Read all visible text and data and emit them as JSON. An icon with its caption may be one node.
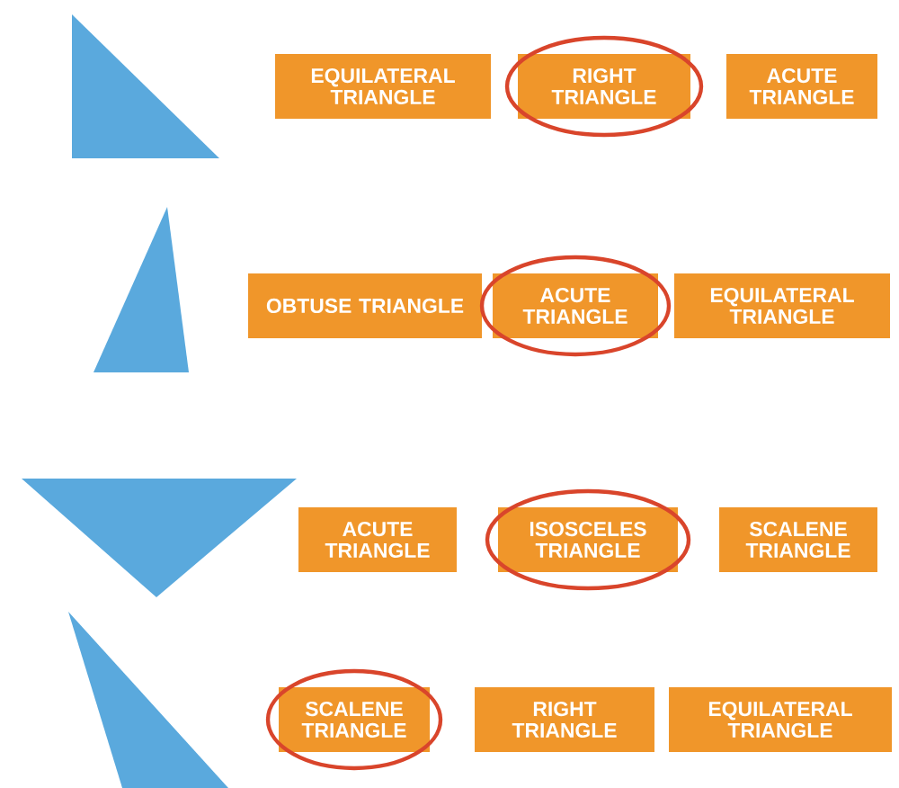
{
  "diagram": {
    "nodes": [
      {
        "text": [
          "EQUILATERAL TRIANGLE"
        ]
      },
      {
        "text": [
          "RIGHT TRIANGLE"
        ]
      },
      {
        "text": [
          "ACUTE TRIANGLE"
        ]
      },
      {
        "text": [
          "OBTUSE TRIANGLE"
        ]
      },
      {
        "text": [
          "ACUTE TRIANGLE"
        ]
      },
      {
        "text": [
          "EQUILATERAL TRIANGLE"
        ]
      },
      {
        "text": [
          "ACUTE TRIANGLE"
        ]
      },
      {
        "text": [
          "ISOSCELES TRIANGLE"
        ]
      },
      {
        "text": [
          "SCALENE TRIANGLE"
        ]
      },
      {
        "text": [
          "SCALENE TRIANGLE"
        ]
      },
      {
        "text": [
          "RIGHT TRIANGLE"
        ]
      },
      {
        "text": [
          "EQUILATERAL TRIANGLE"
        ]
      }
    ]
  }
}
